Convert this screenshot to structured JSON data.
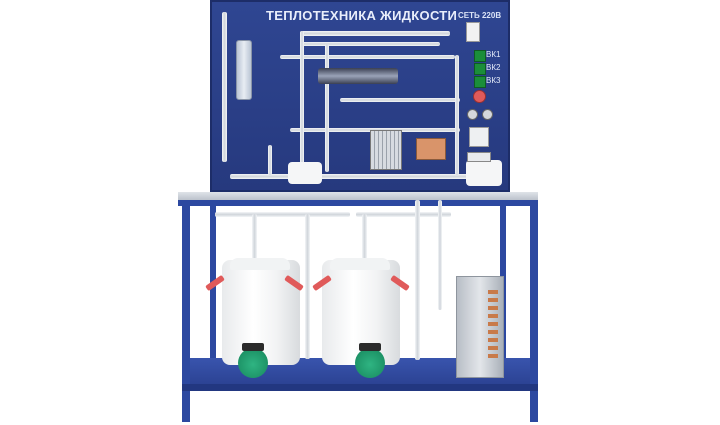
{
  "panel": {
    "title": "ТЕПЛОТЕХНИКА ЖИДКОСТИ",
    "network_label": "СЕТЬ 220В",
    "buttons": [
      {
        "label": "ВК1",
        "color": "#1b8e3a"
      },
      {
        "label": "ВК2",
        "color": "#1b8e3a"
      },
      {
        "label": "ВК3",
        "color": "#1b8e3a"
      }
    ],
    "stop_button_color": "#e05a5a",
    "background_color": "#2f4692"
  },
  "frame": {
    "color": "#2c48a0"
  },
  "equipment": {
    "tanks": 2,
    "pumps": 2,
    "pump_color": "#1f9a6a",
    "valve_handle_color": "#e05a5a"
  }
}
